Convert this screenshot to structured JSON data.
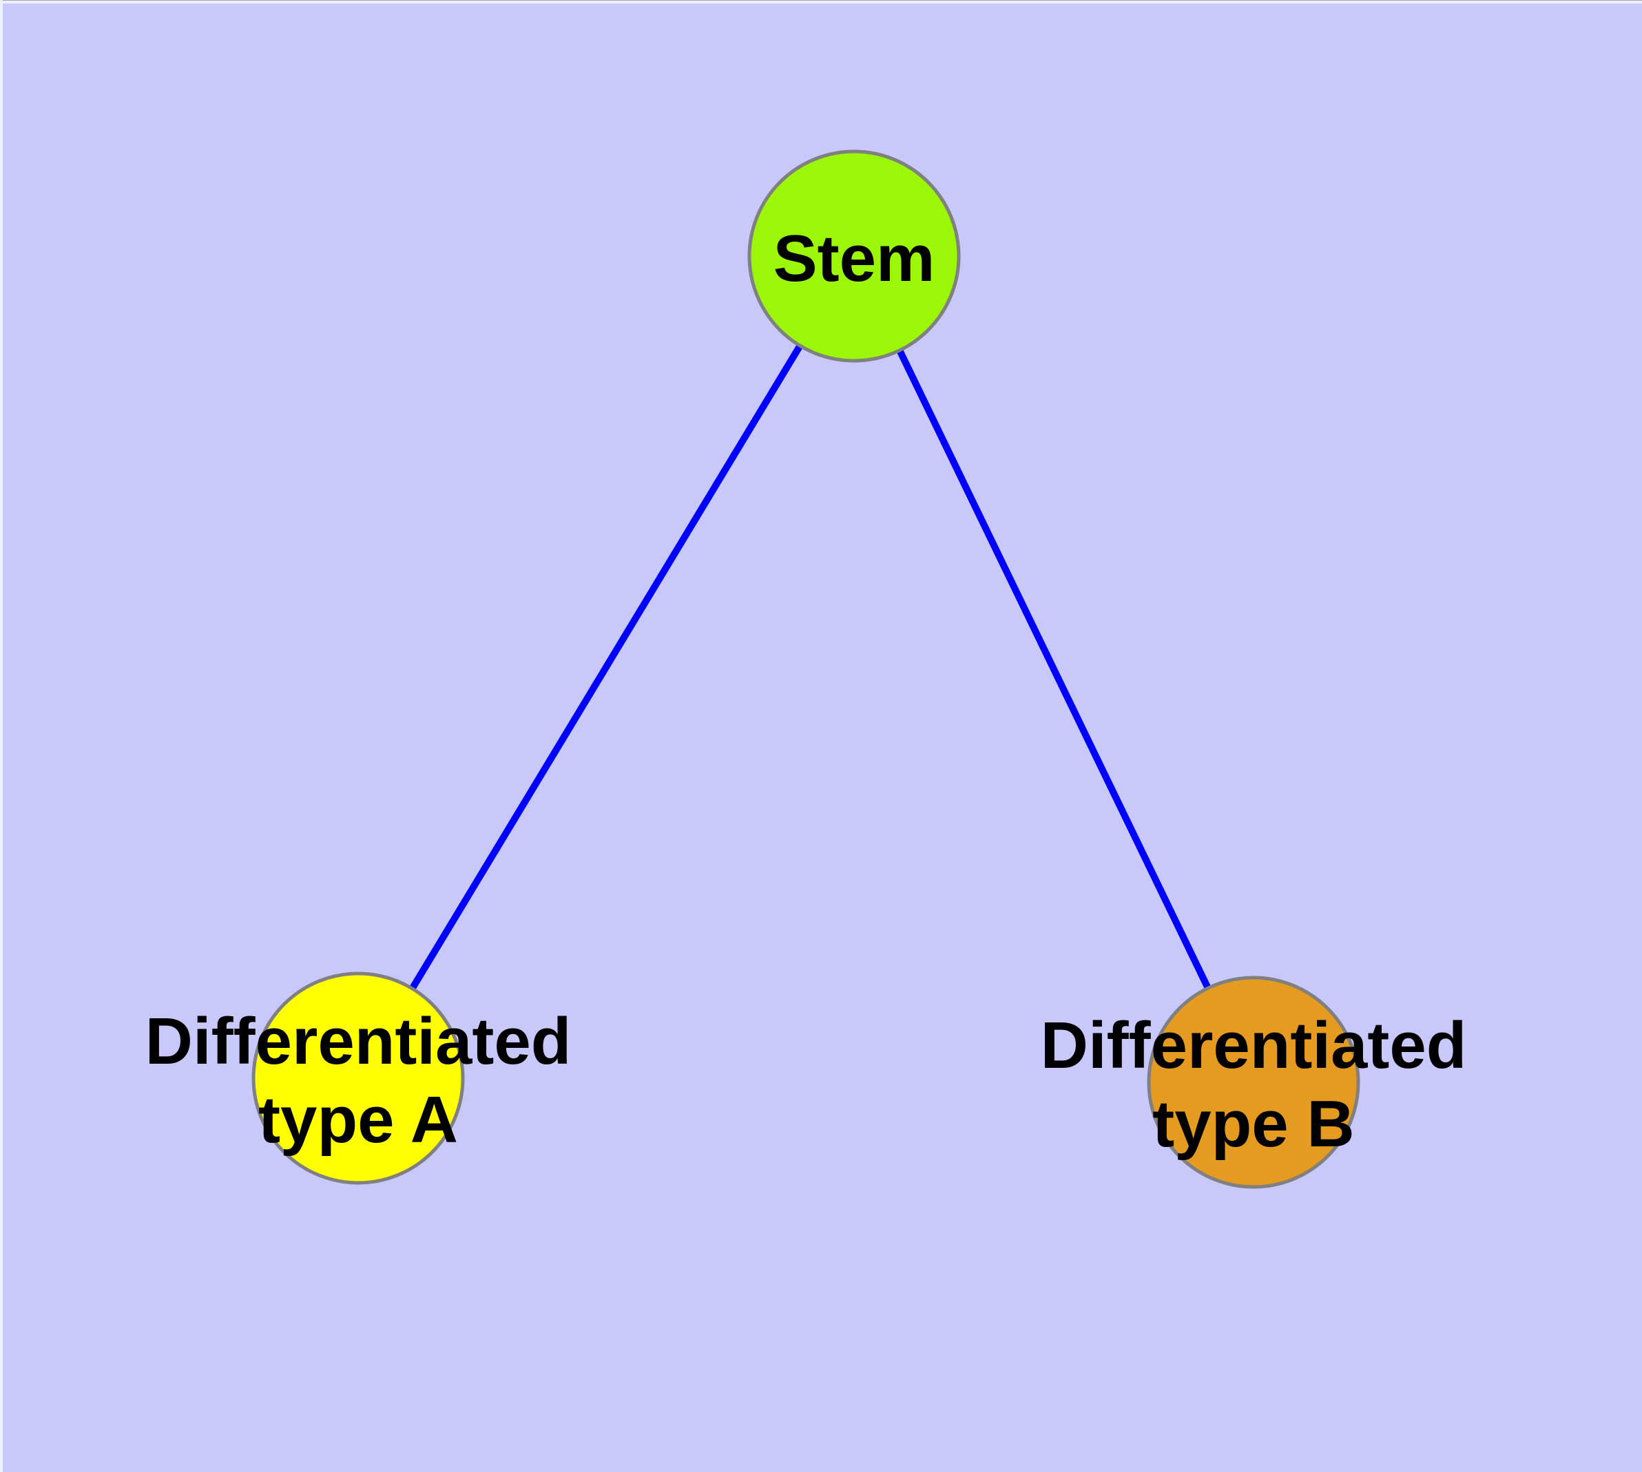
{
  "diagram": {
    "type": "graph",
    "description": "Stem cell differentiation tree: one stem node connected to two differentiated cell-type nodes",
    "background_color": "#c8c8fa",
    "node_border_color": "#808080",
    "nodes": [
      {
        "id": "stem",
        "label": "Stem",
        "fill_color": "#9bf607"
      },
      {
        "id": "type-a",
        "label": "Differentiated\ntype A",
        "fill_color": "#ffff00"
      },
      {
        "id": "type-b",
        "label": "Differentiated\ntype B",
        "fill_color": "#e59a20"
      }
    ],
    "edges": [
      {
        "from": "stem",
        "to": "type-a",
        "color": "#0000ff"
      },
      {
        "from": "stem",
        "to": "type-b",
        "color": "#0000ff"
      }
    ]
  }
}
